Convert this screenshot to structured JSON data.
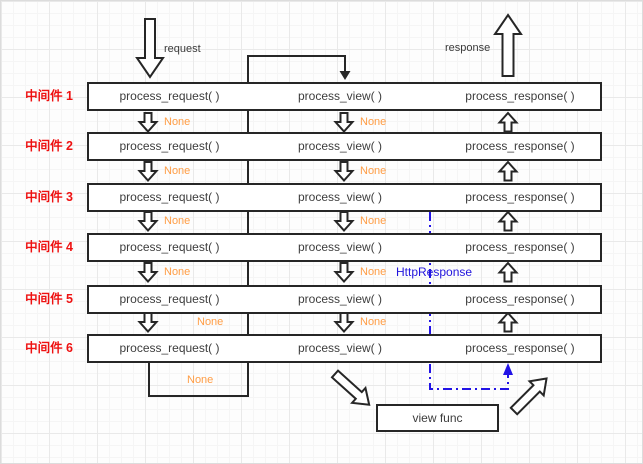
{
  "colors": {
    "label_red": "#ee1111",
    "none_orange": "#ff9d45",
    "flow_blue": "#2213e6",
    "line_black": "#262626"
  },
  "labels": {
    "request": "request",
    "response": "response",
    "none": "None",
    "http_response": "HttpResponse"
  },
  "middlewares": [
    {
      "name": "中间件 1",
      "process_request": "process_request( )",
      "process_view": "process_view( )",
      "process_response": "process_response( )"
    },
    {
      "name": "中间件 2",
      "process_request": "process_request( )",
      "process_view": "process_view( )",
      "process_response": "process_response( )"
    },
    {
      "name": "中间件 3",
      "process_request": "process_request( )",
      "process_view": "process_view( )",
      "process_response": "process_response( )"
    },
    {
      "name": "中间件 4",
      "process_request": "process_request( )",
      "process_view": "process_view( )",
      "process_response": "process_response( )"
    },
    {
      "name": "中间件 5",
      "process_request": "process_request( )",
      "process_view": "process_view( )",
      "process_response": "process_response( )"
    },
    {
      "name": "中间件 6",
      "process_request": "process_request( )",
      "process_view": "process_view( )",
      "process_response": "process_response( )"
    }
  ],
  "view_func": {
    "label": "view func"
  }
}
